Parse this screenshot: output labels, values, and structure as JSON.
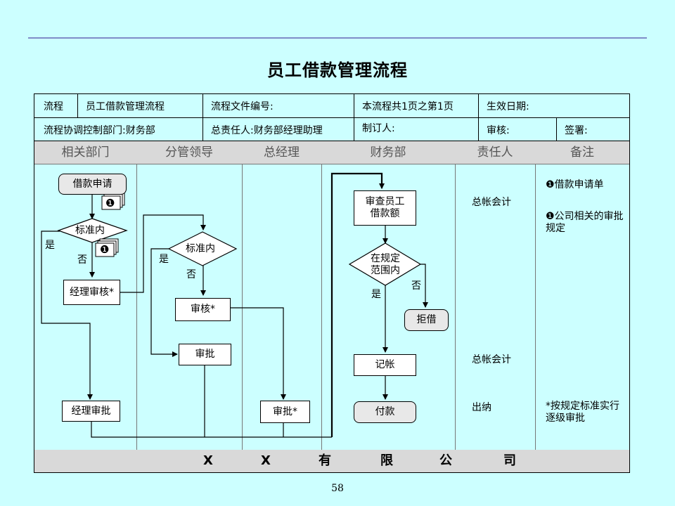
{
  "page_title": "员工借款管理流程",
  "header": {
    "row1": {
      "process_label": "流程",
      "process_name": "员工借款管理流程",
      "doc_no": "流程文件编号:",
      "pages": "本流程共1页之第1页",
      "effective_date": "生效日期:"
    },
    "row2": {
      "coord_dept": "流程协调控制部门:财务部",
      "owner": "总责任人:财务部经理助理",
      "maker": "制订人:",
      "reviewer": "审核:",
      "signature": "签署:"
    }
  },
  "columns": [
    "相关部门",
    "分管领导",
    "总经理",
    "财务部",
    "责任人",
    "备注"
  ],
  "flow": {
    "apply": "借款申请",
    "doc1": "❶",
    "decision1": "标准内",
    "doc2": "❶",
    "yes1": "是",
    "no1": "否",
    "mgr_review": "经理审核*",
    "decision2": "标准内",
    "yes2": "是",
    "no2": "否",
    "review": "审核*",
    "approve": "审批",
    "gm_approve": "审批*",
    "mgr_approve": "经理审批",
    "check_amount": "审查员工借款额",
    "decision3": "在规定范围内",
    "yes3": "是",
    "no3": "否",
    "refuse": "拒借",
    "record": "记帐",
    "pay": "付款"
  },
  "responsible": [
    "总帐会计",
    "总帐会计",
    "出纳"
  ],
  "notes": {
    "n1": "❶借款申请单",
    "n2": "❶公司相关的审批规定",
    "n3": "*按规定标准实行逐级审批"
  },
  "footer_chars": [
    "X",
    "X",
    "有",
    "限",
    "公",
    "司"
  ],
  "page_number": "58"
}
